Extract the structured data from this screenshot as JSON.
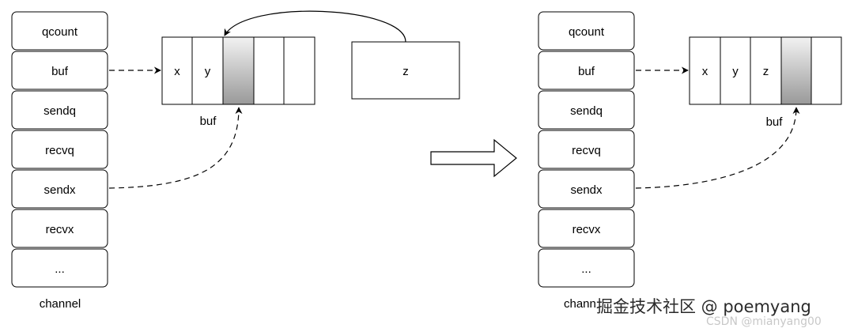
{
  "left": {
    "fields": [
      "qcount",
      "buf",
      "sendq",
      "recvq",
      "sendx",
      "recvx",
      "..."
    ],
    "caption": "channel",
    "buffer_cells": [
      "x",
      "y",
      "",
      "",
      ""
    ],
    "buffer_label": "buf",
    "incoming_value": "z"
  },
  "right": {
    "fields": [
      "qcount",
      "buf",
      "sendq",
      "recvq",
      "sendx",
      "recvx",
      "..."
    ],
    "caption": "chann",
    "buffer_cells": [
      "x",
      "y",
      "z",
      "",
      ""
    ],
    "buffer_label": "buf"
  },
  "colors": {
    "highlight_light": "#f2f2f2",
    "highlight_dark": "#999999"
  },
  "watermark": {
    "main": "掘金技术社区 @ poemyang",
    "sub": "CSDN @mianyang00"
  }
}
